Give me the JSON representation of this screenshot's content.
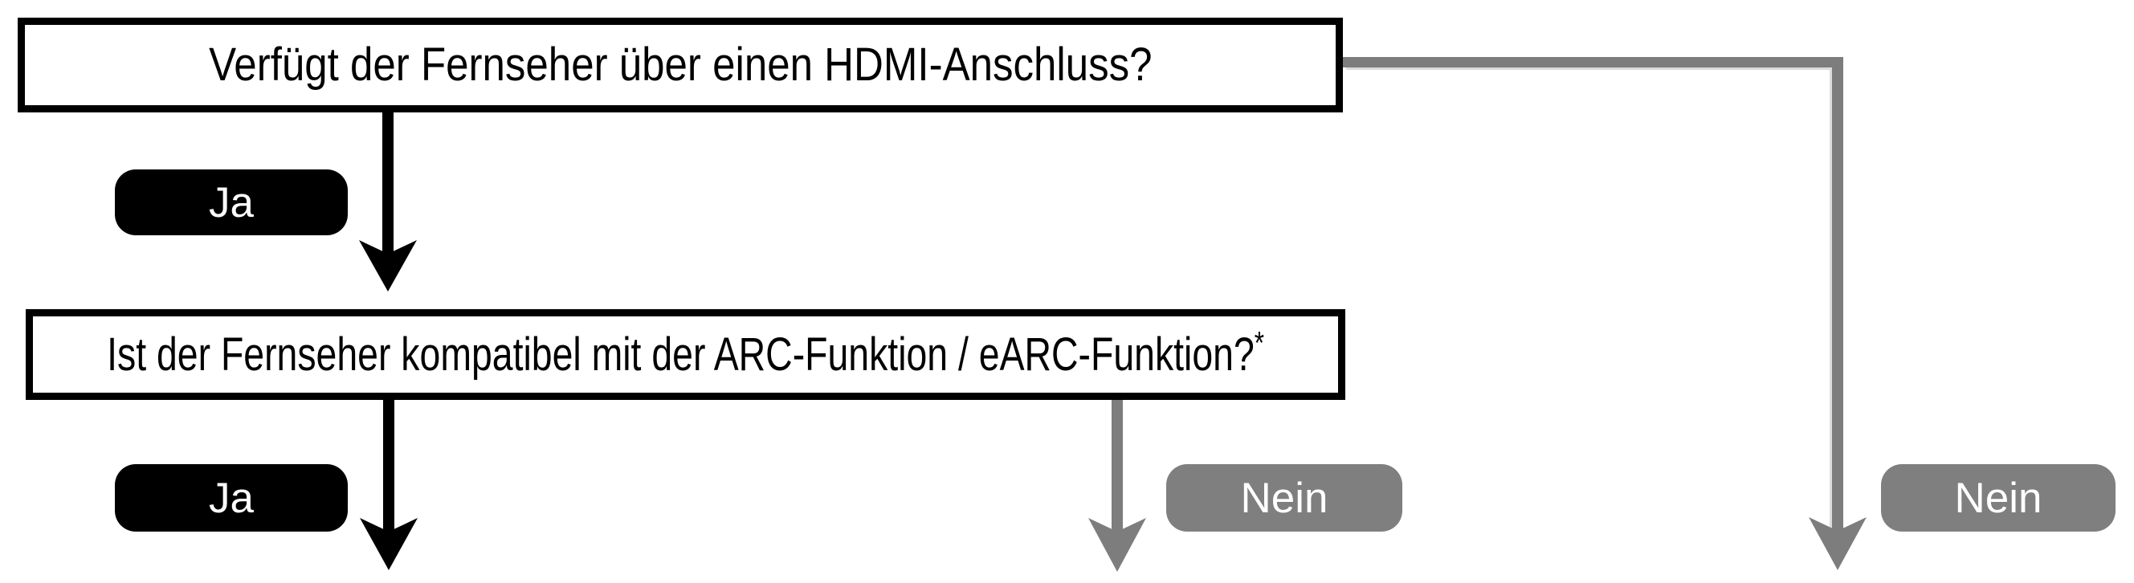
{
  "flowchart": {
    "question1": "Verfügt der Fernseher über einen HDMI-Anschluss?",
    "question2": "Ist der Fernseher kompatibel mit der ARC-Funktion / eARC-Funktion?",
    "question2_footnote_marker": "*",
    "answers": {
      "q1_yes": "Ja",
      "q1_no": "Nein",
      "q2_yes": "Ja",
      "q2_no": "Nein"
    },
    "colors": {
      "ink": "#000000",
      "connector_gray": "#7d7d7d",
      "badge_gray": "#7f7f7f",
      "badge_text": "#ffffff",
      "shadow": "#dcdcdc",
      "background": "#ffffff"
    }
  }
}
